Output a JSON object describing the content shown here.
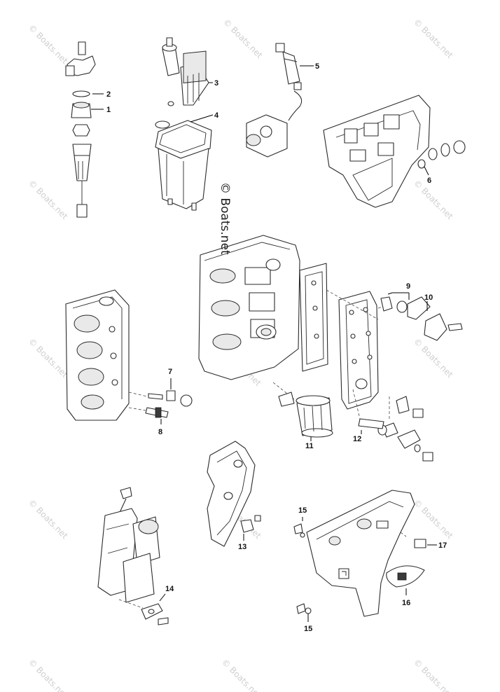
{
  "watermark": {
    "tile_text": "© Boats.net",
    "main_text": "© Boats.net"
  },
  "callouts": [
    {
      "id": "1",
      "label": "1"
    },
    {
      "id": "2",
      "label": "2"
    },
    {
      "id": "3",
      "label": "3"
    },
    {
      "id": "4",
      "label": "4"
    },
    {
      "id": "5",
      "label": "5"
    },
    {
      "id": "6",
      "label": "6"
    },
    {
      "id": "7",
      "label": "7"
    },
    {
      "id": "8",
      "label": "8"
    },
    {
      "id": "9",
      "label": "9"
    },
    {
      "id": "10",
      "label": "10"
    },
    {
      "id": "11",
      "label": "11"
    },
    {
      "id": "12",
      "label": "12"
    },
    {
      "id": "13",
      "label": "13"
    },
    {
      "id": "14",
      "label": "14"
    },
    {
      "id": "15a",
      "label": "15"
    },
    {
      "id": "15b",
      "label": "15"
    },
    {
      "id": "16",
      "label": "16"
    },
    {
      "id": "17",
      "label": "17"
    }
  ],
  "colors": {
    "background": "#ffffff",
    "line": "#2a2a2a",
    "watermark": "#cfcfcf"
  }
}
